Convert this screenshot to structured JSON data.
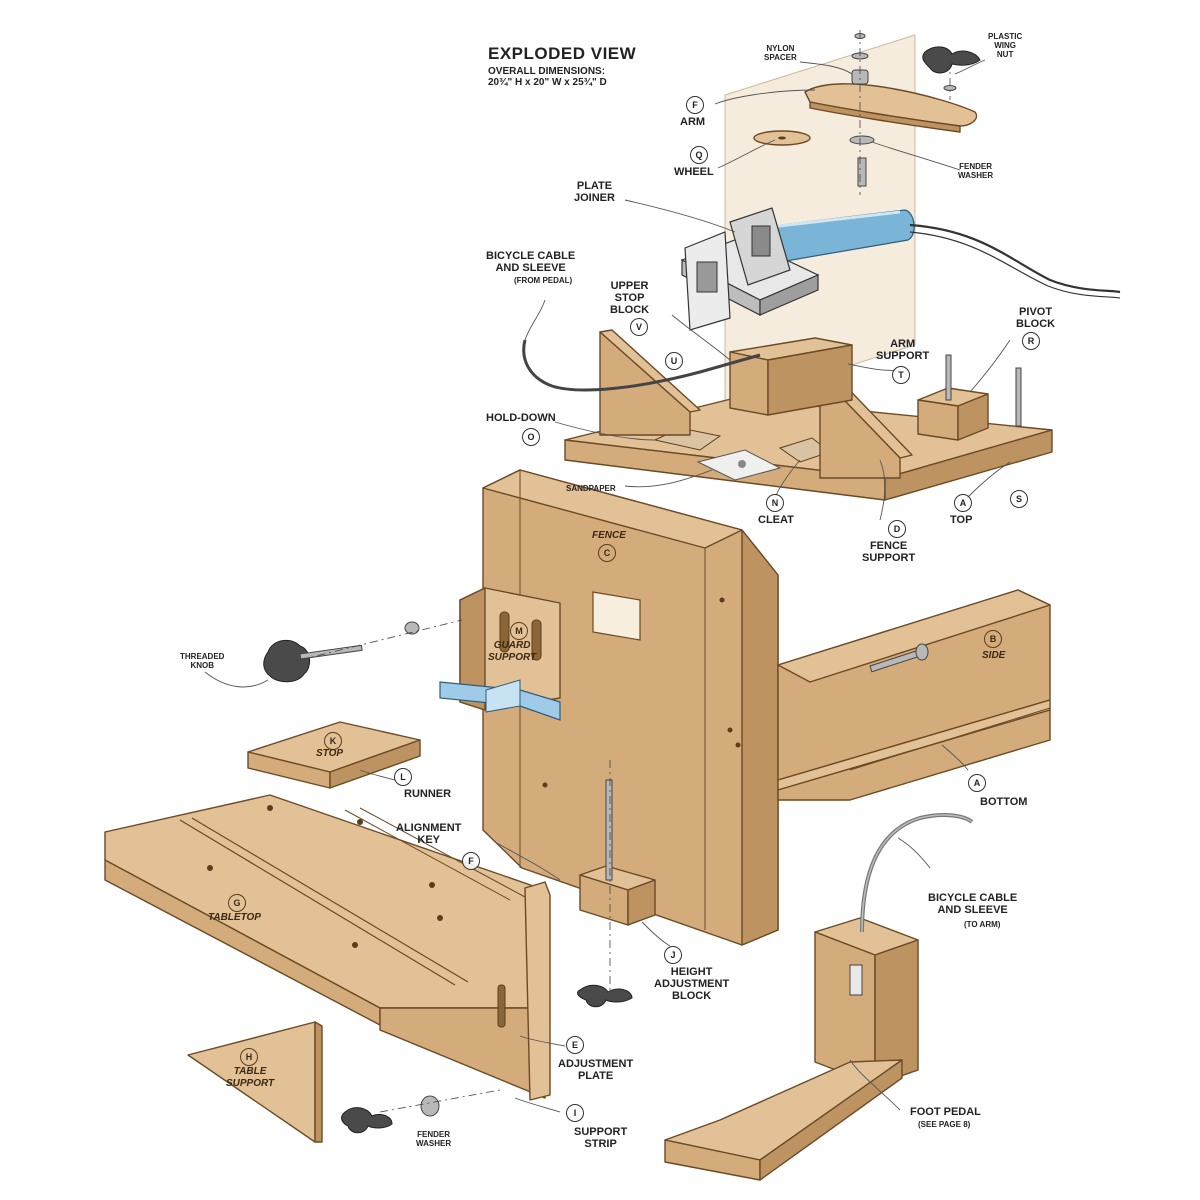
{
  "title": {
    "line1": "EXPLODED VIEW",
    "line2": "OVERALL DIMENSIONS:",
    "line3": "20¾\" H x 20\" W x 25¾\" D"
  },
  "colors": {
    "wood_top": "#e3c196",
    "wood_face": "#d4ab7b",
    "wood_side": "#bd9362",
    "outline": "#6b4a25",
    "joiner_blue": "#7ab4d6",
    "guard_blue": "#9fcbe8",
    "metal": "#9a9a9a",
    "leader": "#555555"
  },
  "labels": {
    "nylon_spacer": "NYLON\nSPACER",
    "plastic_wing_nut": "PLASTIC\nWING\nNUT",
    "arm": "ARM",
    "wheel": "WHEEL",
    "fender_washer_top": "FENDER\nWASHER",
    "plate_joiner": "PLATE\nJOINER",
    "bicycle_cable_top": "BICYCLE CABLE\nAND SLEEVE",
    "bicycle_cable_top_sub": "(FROM PEDAL)",
    "upper_stop_block": "UPPER\nSTOP\nBLOCK",
    "arm_support": "ARM\nSUPPORT",
    "pivot_block": "PIVOT\nBLOCK",
    "hold_down": "HOLD-DOWN",
    "sandpaper": "SANDPAPER",
    "cleat": "CLEAT",
    "fence_support": "FENCE\nSUPPORT",
    "top": "TOP",
    "fence": "FENCE",
    "guard_support": "GUARD\nSUPPORT",
    "threaded_knob": "THREADED\nKNOB",
    "side": "SIDE",
    "stop": "STOP",
    "runner": "RUNNER",
    "bottom": "BOTTOM",
    "alignment_key": "ALIGNMENT\nKEY",
    "tabletop": "TABLETOP",
    "height_adjustment_block": "HEIGHT\nADJUSTMENT\nBLOCK",
    "bicycle_cable_bottom": "BICYCLE CABLE\nAND SLEEVE",
    "bicycle_cable_bottom_sub": "(TO ARM)",
    "adjustment_plate": "ADJUSTMENT\nPLATE",
    "table_support": "TABLE\nSUPPORT",
    "fender_washer_bottom": "FENDER\nWASHER",
    "support_strip": "SUPPORT\nSTRIP",
    "foot_pedal": "FOOT PEDAL",
    "foot_pedal_sub": "(SEE PAGE 8)"
  },
  "letters": {
    "arm": "F",
    "wheel": "Q",
    "upper_stop_block": "V",
    "u_block": "U",
    "arm_support": "T",
    "pivot_block": "R",
    "hold_down": "O",
    "cleat": "N",
    "fence_support": "D",
    "top": "A",
    "s_part": "S",
    "fence": "C",
    "guard_support": "M",
    "side": "B",
    "stop": "K",
    "runner": "L",
    "bottom": "A",
    "alignment_key": "F",
    "tabletop": "G",
    "height_adjustment_block": "J",
    "adjustment_plate": "E",
    "table_support": "H",
    "support_strip": "I"
  }
}
